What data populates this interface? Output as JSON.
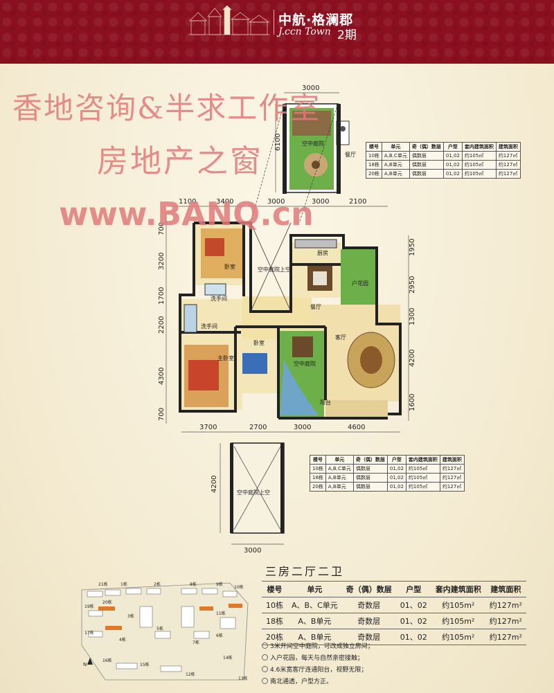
{
  "header": {
    "brand_cn": "中航·格澜郡",
    "brand_en": "J.ccn Town",
    "phase": "2期"
  },
  "watermark": {
    "line1": "香地咨询&半求工作室",
    "line2": "房地产之窗",
    "line3": "www.BANQ.cn"
  },
  "plan_labels": {
    "sky_garden": "空中庭院",
    "dining": "餐厅",
    "bedroom": "卧室",
    "master_bedroom": "主卧室",
    "sky_garden_above": "空中庭院上空",
    "kitchen": "厨房",
    "garden": "户花园",
    "washroom": "洗手间",
    "living": "客厅",
    "balcony": "阳台"
  },
  "dimensions": {
    "top_upper": "3000",
    "top_upper_side": "6100",
    "top_row": [
      "1100",
      "3400",
      "3000",
      "3000",
      "2100"
    ],
    "left_col": [
      "700",
      "3200",
      "1700",
      "2200",
      "4300",
      "700"
    ],
    "right_col": [
      "1950",
      "2950",
      "1300",
      "4200",
      "1600"
    ],
    "bottom_row": [
      "3700",
      "2700",
      "3000",
      "4600"
    ],
    "lower_height": "4200",
    "lower_width": "3000"
  },
  "small_table": {
    "headers": [
      "楼号",
      "单元",
      "奇（偶）数层",
      "户型",
      "套内建筑面积",
      "建筑面积"
    ],
    "rows": [
      [
        "10栋",
        "A,B,C单元",
        "偶数层",
        "01,02",
        "约105㎡",
        "约127㎡"
      ],
      [
        "18栋",
        "A,B单元",
        "偶数层",
        "01,02",
        "约105㎡",
        "约127㎡"
      ],
      [
        "20栋",
        "A,B单元",
        "偶数层",
        "01,02",
        "约105㎡",
        "约127㎡"
      ]
    ]
  },
  "unit_type": "三房二厅二卫",
  "main_table": {
    "headers": [
      "楼号",
      "单元",
      "奇（偶）数层",
      "户型",
      "套内建筑面积",
      "建筑面积"
    ],
    "rows": [
      [
        "10栋",
        "A、B、C单元",
        "奇数层",
        "01、02",
        "约105m²",
        "约127m²"
      ],
      [
        "18栋",
        "A、B单元",
        "奇数层",
        "01、02",
        "约105m²",
        "约127m²"
      ],
      [
        "20栋",
        "A、B单元",
        "奇数层",
        "01、02",
        "约105m²",
        "约127m²"
      ]
    ]
  },
  "notes": [
    "3米开间空中庭院，可改成独立房间；",
    "入户花园，每天与自然亲密接触；",
    "4.6米宽客厅连通阳台，视野无限；",
    "南北通透，户型方正。"
  ],
  "site_plan": {
    "buildings": [
      "21栋",
      "1栋",
      "2栋",
      "8栋",
      "9栋",
      "10栋",
      "19栋",
      "20栋",
      "3栋",
      "11栋",
      "17栋",
      "4栋",
      "5栋",
      "6栋",
      "7栋",
      "16栋",
      "15栋",
      "12栋",
      "13栋",
      "14栋"
    ],
    "north": "N"
  },
  "colors": {
    "header": "#8a1020",
    "watermark": "#e07b7b",
    "wall": "#2a2a2a",
    "floor": "#f3e6b8",
    "green": "#5faa3c"
  }
}
